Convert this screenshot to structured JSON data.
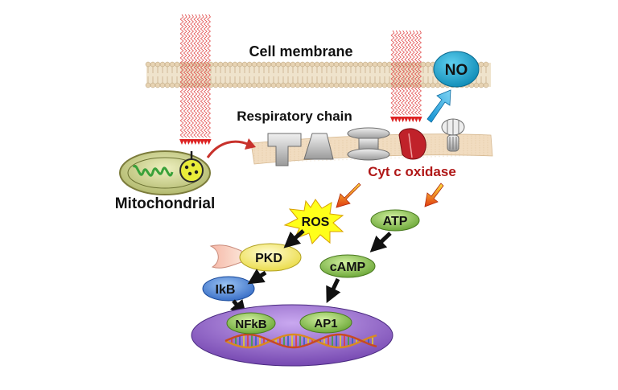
{
  "labels": {
    "cell_membrane": "Cell membrane",
    "respiratory_chain": "Respiratory chain",
    "mitochondrial": "Mitochondrial",
    "cyt_c_oxidase": "Cyt c oxidase",
    "no": "NO",
    "ros": "ROS",
    "atp": "ATP",
    "pkd": "PKD",
    "camp": "cAMP",
    "ikb": "IkB",
    "nfkb": "NFkB",
    "ap1": "AP1"
  },
  "colors": {
    "light_waves": "#e04848",
    "light_arrowheads": "#dd2222",
    "membrane_head": "#e7d3b3",
    "membrane_tail": "#c9b08a",
    "protein_gray": "#c8c8c8",
    "cyt_c_oxidase_protein": "#c0222a",
    "cyt_c_oxidase_text": "#b01818",
    "no_ellipse": "#1aa6cf",
    "ros_star": "#ffff1a",
    "atp_ellipse": "#7cc04a",
    "camp_ellipse": "#8cc84a",
    "pkd_ellipse": "#f8f070",
    "ikb_ellipse": "#3c78d0",
    "nfkb_ellipse": "#96c832",
    "ap1_ellipse": "#96c832",
    "nucleus": "#8c5cc8",
    "mitochondria_body": "#b8c070",
    "mitochondria_cristae": "#3aa13a",
    "gradient_arrow_top": "#ffd21a",
    "gradient_arrow_bottom": "#e03a10",
    "blue_arrow": "#1aa6e0"
  }
}
